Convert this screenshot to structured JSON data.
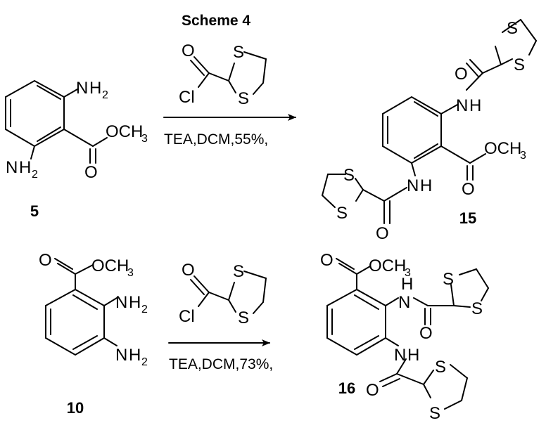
{
  "title": "Scheme 4",
  "atoms": {
    "oxygen": "O",
    "sulfur": "S",
    "chlorine": "Cl",
    "nitrogen": "N",
    "hydrogen": "H",
    "och3_main": "OCH",
    "subscript_2": "2",
    "subscript_3": "3"
  },
  "reactions": [
    {
      "reactant_number": "5",
      "product_number": "15",
      "conditions": "TEA,DCM,55%,"
    },
    {
      "reactant_number": "10",
      "product_number": "16",
      "conditions": "TEA,DCM,73%,"
    }
  ]
}
